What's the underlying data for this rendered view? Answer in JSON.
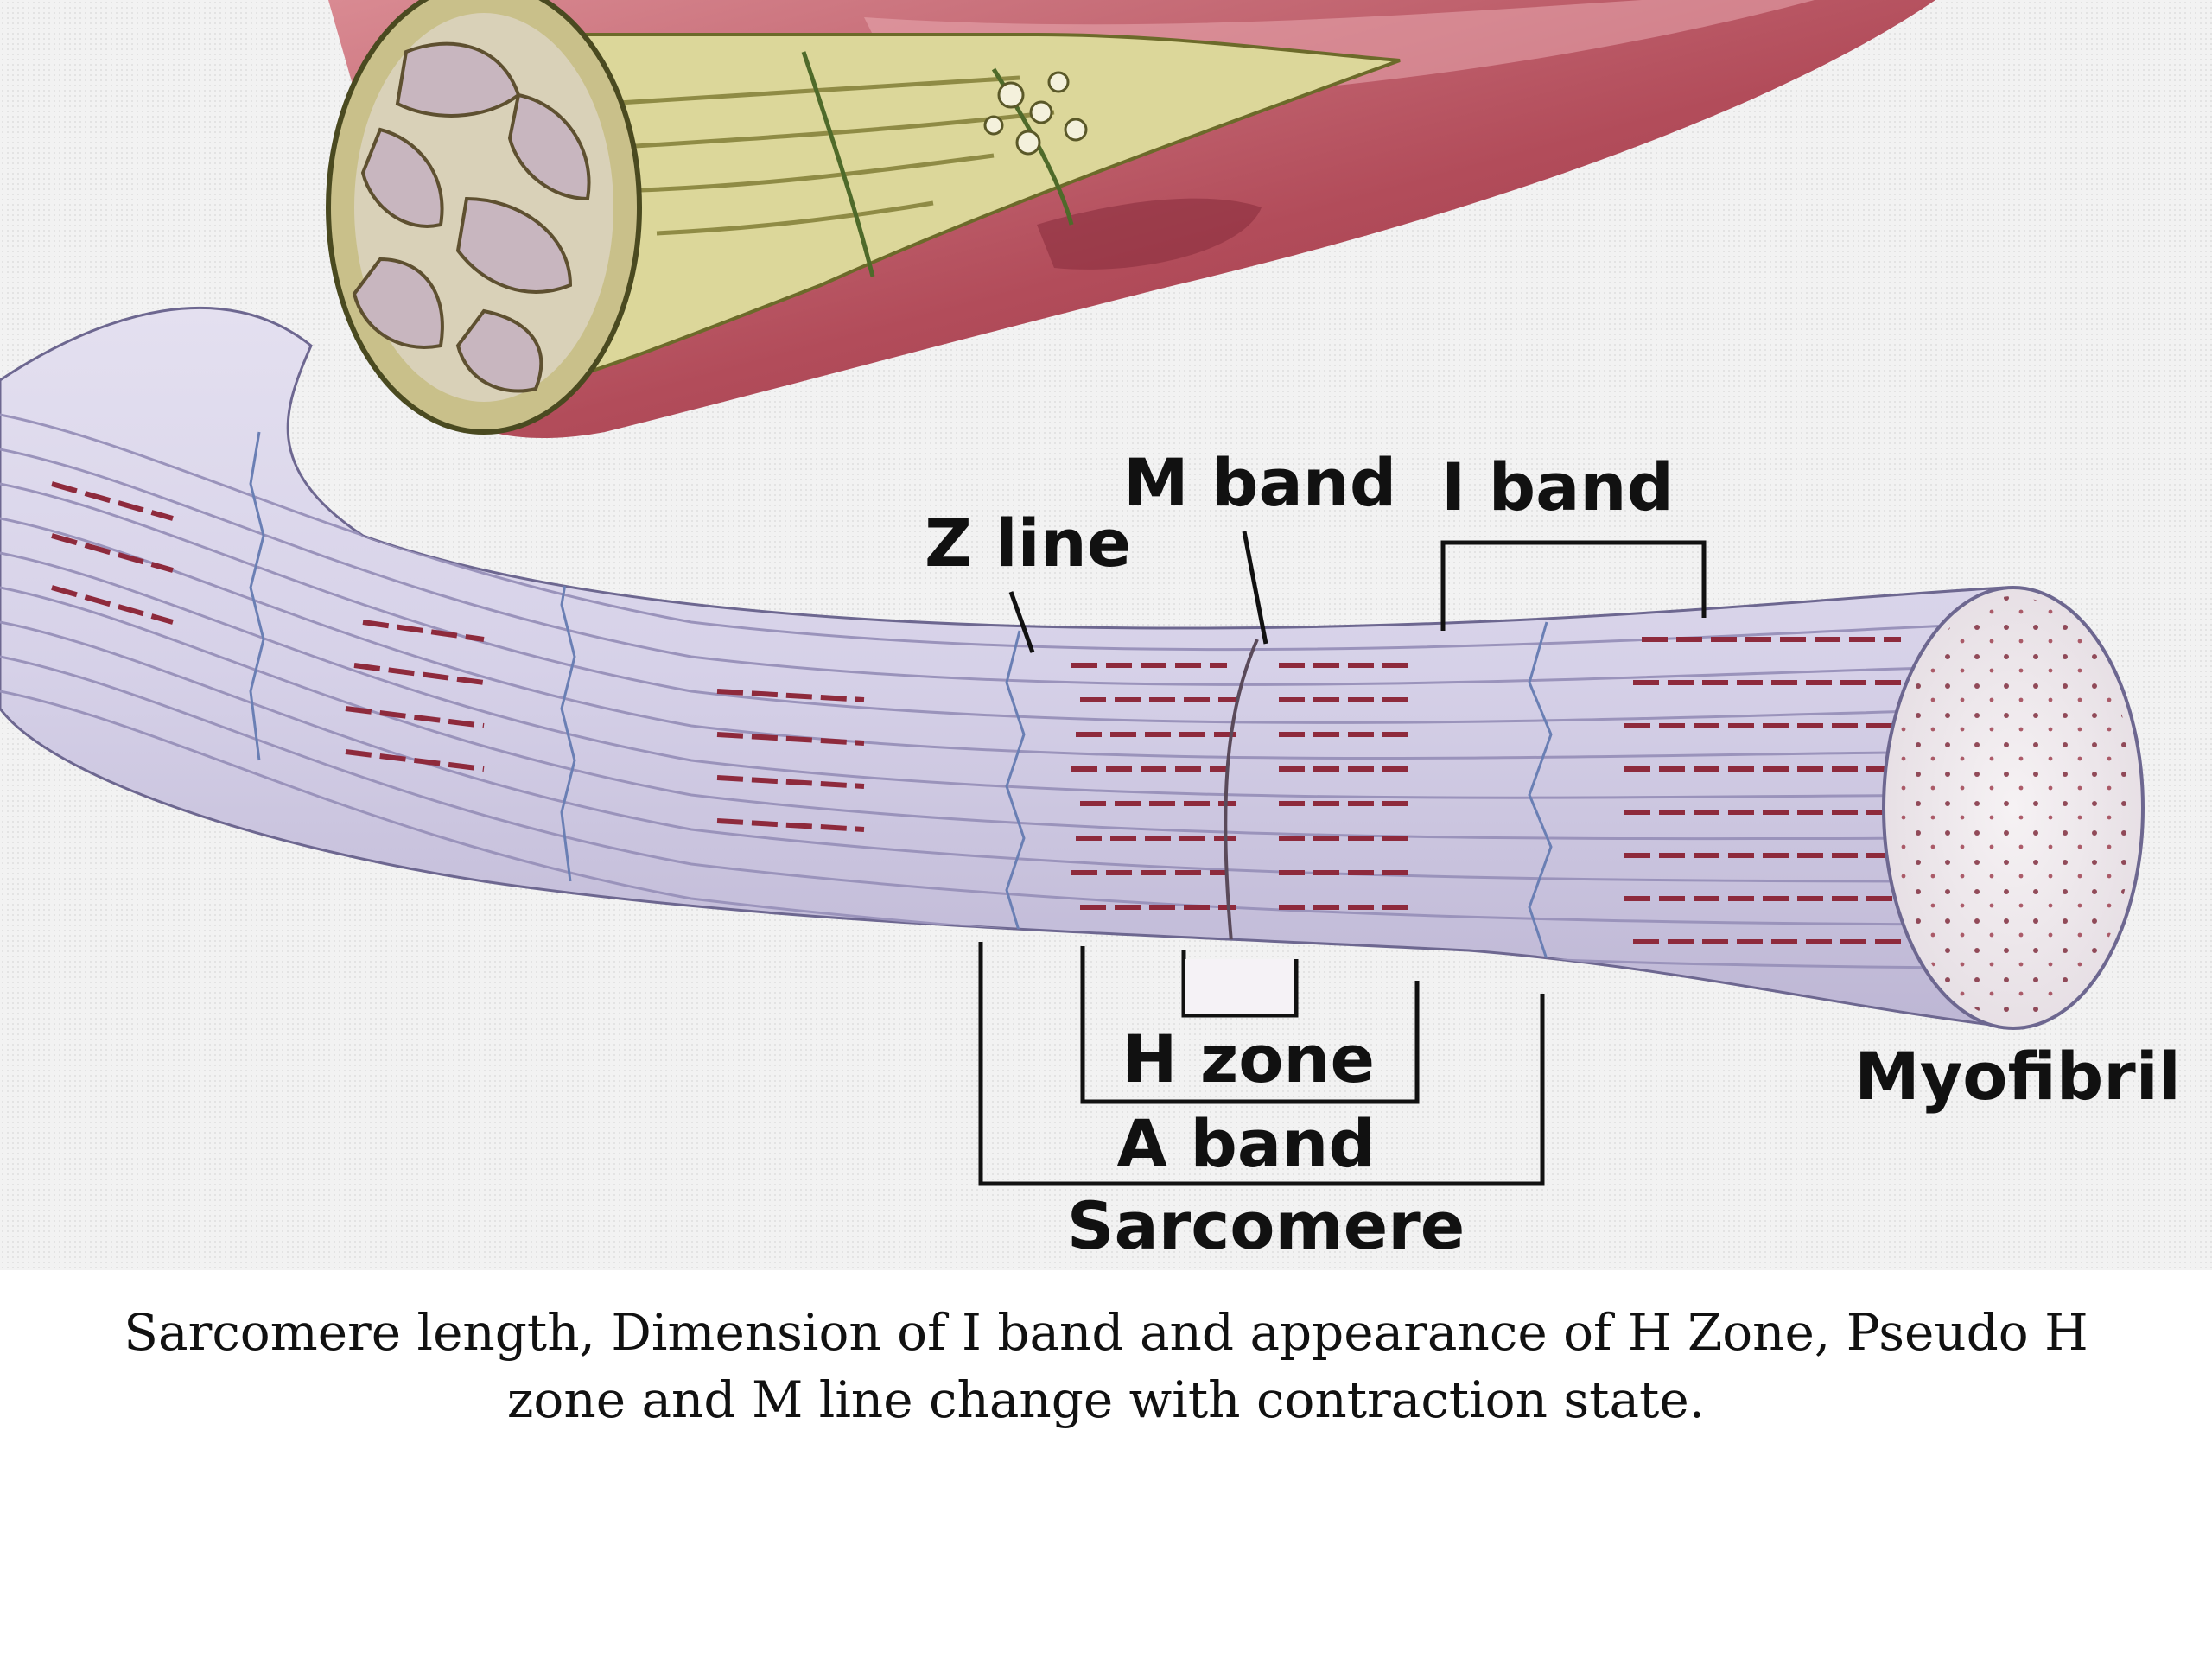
{
  "labels": {
    "z_line": "Z line",
    "m_band": "M band",
    "i_band": "I band",
    "h_zone": "H zone",
    "a_band": "A band",
    "sarcomere": "Sarcomere",
    "myofibril": "Myofibril"
  },
  "caption": {
    "line1": "Sarcomere length, Dimension of I band and appearance of H Zone, Pseudo H",
    "line2": "zone and M line change with contraction state."
  },
  "colors": {
    "muscle_outer": "#b24c5a",
    "muscle_highlight": "#d98a92",
    "connective": "#dcd79a",
    "fiber_pale": "#dcd8ec",
    "fiber_shade": "#b9b3d2",
    "striation": "#8e2a3c",
    "label_ink": "#111111"
  }
}
